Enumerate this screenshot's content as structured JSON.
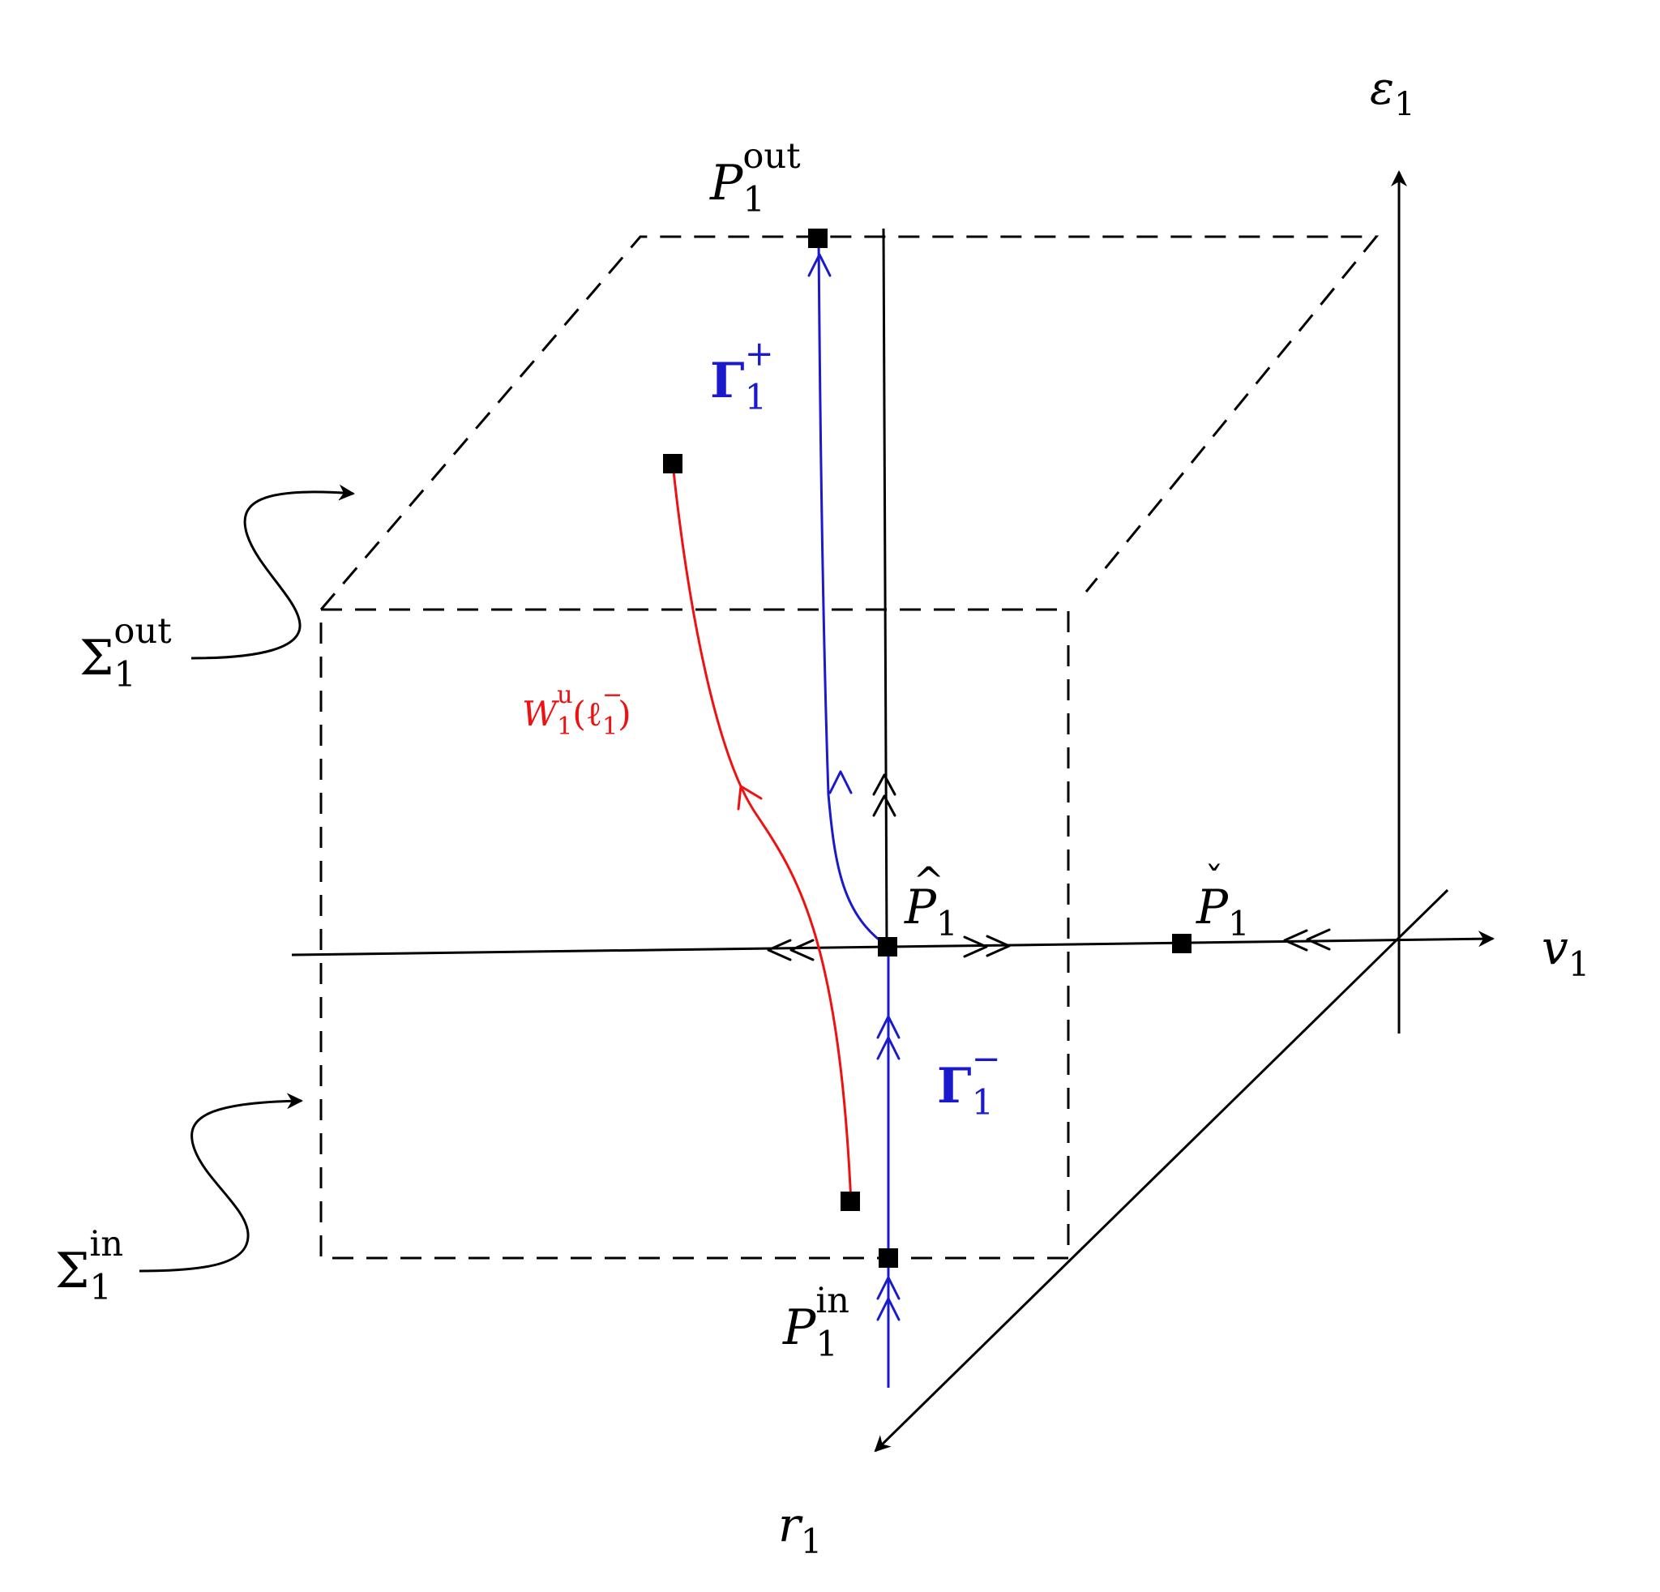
{
  "colors": {
    "axis": "#000000",
    "stable_orbit": "#1a1acc",
    "unstable_manifold": "#ee1111",
    "box": "#000000"
  },
  "labels": {
    "eps_axis": {
      "base": "ε",
      "sub": "1"
    },
    "v_axis": {
      "base": "v",
      "sub": "1"
    },
    "r_axis": {
      "base": "r",
      "sub": "1"
    },
    "p_out": {
      "base": "P",
      "sub": "1",
      "sup": "out"
    },
    "p_in": {
      "base": "P",
      "sub": "1",
      "sup": "in"
    },
    "p_hat": {
      "base": "P",
      "sub": "1",
      "accent": "^"
    },
    "p_check": {
      "base": "P",
      "sub": "1",
      "accent": "ˇ"
    },
    "gamma_plus": {
      "base": "Γ",
      "sub": "1",
      "sup": "+"
    },
    "gamma_minus": {
      "base": "Γ",
      "sub": "1",
      "sup": "−"
    },
    "w_unstable": {
      "base": "W",
      "sub": "1",
      "sup": "u",
      "arg": "(ℓ",
      "arg_sub": "1",
      "arg_sup": "−",
      "close": ")"
    },
    "sigma_out": {
      "base": "Σ",
      "sub": "1",
      "sup": "out"
    },
    "sigma_in": {
      "base": "Σ",
      "sub": "1",
      "sup": "in"
    }
  }
}
